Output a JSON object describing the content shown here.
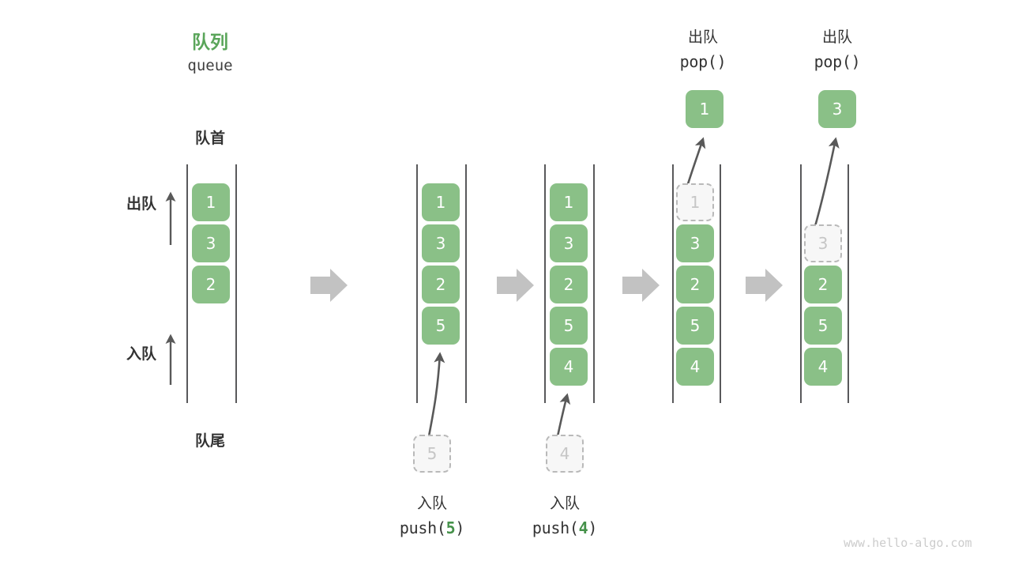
{
  "watermark": "www.hello-algo.com",
  "header": {
    "title_cn": "队列",
    "title_en": "queue",
    "front_label": "队首",
    "back_label": "队尾",
    "dequeue_label": "出队",
    "enqueue_label": "入队"
  },
  "colors": {
    "cell_fill": "#8ac087",
    "cell_text": "#ffffff",
    "ghost_fill": "#f7f7f7",
    "ghost_border": "#b9b9b9",
    "ghost_text": "#c6c6c6",
    "rail": "#59595b",
    "accent_green": "#5aa55a",
    "arrow_gray": "#595959",
    "step_arrow": "#c2c2c2",
    "watermark": "#cccccc"
  },
  "stages": [
    {
      "id": "initial",
      "cells": [
        "1",
        "3",
        "2"
      ],
      "op_cn": "",
      "op_code": "",
      "op_arg": ""
    },
    {
      "id": "push-5",
      "cells": [
        "1",
        "3",
        "2",
        "5"
      ],
      "op_cn": "入队",
      "op_code_prefix": "push(",
      "op_arg": "5",
      "op_code_suffix": ")",
      "incoming_value": "5"
    },
    {
      "id": "push-4",
      "cells": [
        "1",
        "3",
        "2",
        "5",
        "4"
      ],
      "op_cn": "入队",
      "op_code_prefix": "push(",
      "op_arg": "4",
      "op_code_suffix": ")",
      "incoming_value": "4"
    },
    {
      "id": "pop-1",
      "cells": [
        "1",
        "3",
        "2",
        "5",
        "4"
      ],
      "ghost_index": 0,
      "op_cn": "出队",
      "op_code_prefix": "pop(",
      "op_arg": "",
      "op_code_suffix": ")",
      "popped_value": "1"
    },
    {
      "id": "pop-3",
      "cells": [
        "",
        "3",
        "2",
        "5",
        "4"
      ],
      "ghost_index": 1,
      "op_cn": "出队",
      "op_code_prefix": "pop(",
      "op_arg": "",
      "op_code_suffix": ")",
      "popped_value": "3"
    }
  ],
  "step_arrows_count": 4
}
